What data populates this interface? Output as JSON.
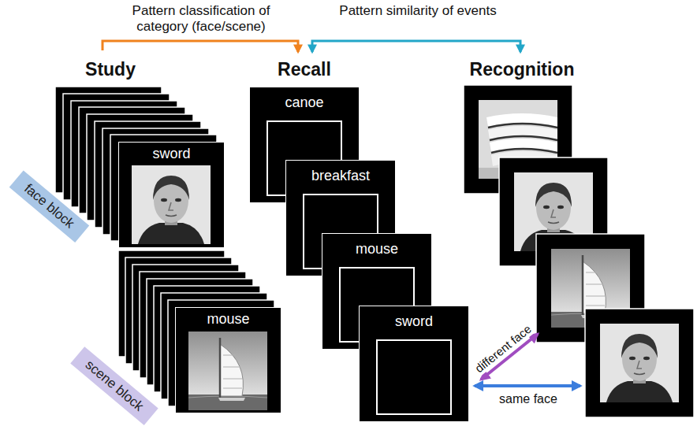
{
  "diagram": {
    "nodes": [
      {
        "text": [
          "sword"
        ]
      },
      {
        "text": [
          "face block"
        ]
      },
      {
        "text": [
          "mouse"
        ]
      },
      {
        "text": [
          "scene block"
        ]
      },
      {
        "text": [
          "canoe"
        ]
      },
      {
        "text": [
          "breakfast"
        ]
      },
      {
        "text": [
          "mouse"
        ]
      },
      {
        "text": [
          "sword"
        ]
      }
    ],
    "labels": [
      "Pattern classification of category (face/scene)",
      "Pattern similarity of events",
      "Study",
      "Recall",
      "Recognition",
      "different face",
      "same face"
    ]
  }
}
